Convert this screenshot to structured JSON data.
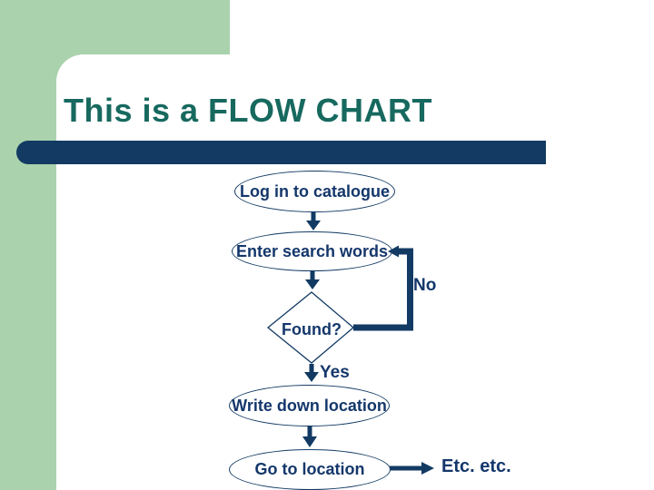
{
  "slide": {
    "title": "This is a FLOW CHART"
  },
  "colors": {
    "background_green": "#aad2ac",
    "panel_white": "#ffffff",
    "navy_accent": "#123a63",
    "flowchart_text_navy": "#14376b",
    "title_teal": "#17695f"
  },
  "flowchart": {
    "nodes": [
      {
        "id": "log-in-to-catalogue",
        "shape": "ellipse",
        "label": "Log in to catalogue"
      },
      {
        "id": "enter-search-words",
        "shape": "ellipse",
        "label": "Enter search words"
      },
      {
        "id": "found-decision",
        "shape": "diamond",
        "label": "Found?"
      },
      {
        "id": "write-down-location",
        "shape": "ellipse",
        "label": "Write down location"
      },
      {
        "id": "go-to-location",
        "shape": "ellipse",
        "label": "Go to location"
      }
    ],
    "edge_labels": {
      "no": "No",
      "yes": "Yes",
      "etc": "Etc. etc."
    }
  }
}
